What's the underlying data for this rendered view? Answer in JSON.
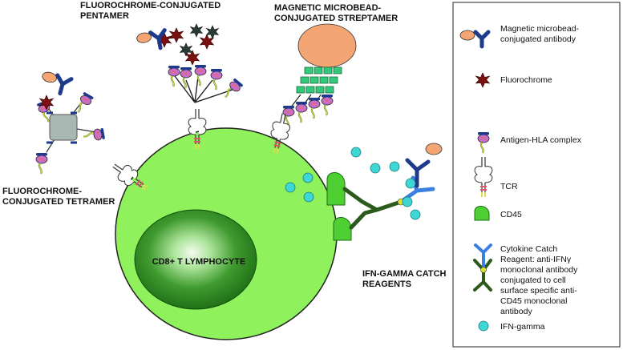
{
  "labels": {
    "pentamer": [
      "FLUOROCHROME-CONJUGATED",
      "PENTAMER"
    ],
    "streptamer": [
      "MAGNETIC MICROBEAD-",
      "CONJUGATED STREPTAMER"
    ],
    "tetramer": [
      "FLUOROCHROME-",
      "CONJUGATED TETRAMER"
    ],
    "cell": "CD8+ T LYMPHOCYTE",
    "catch": [
      "IFN-GAMMA CATCH",
      "REAGENTS"
    ]
  },
  "legend": {
    "microbead": [
      "Magnetic microbead-",
      "conjugated antibody"
    ],
    "fluorochrome": [
      "Fluorochrome"
    ],
    "antigen": [
      "Antigen-HLA complex"
    ],
    "tcr": [
      "TCR"
    ],
    "cd45": [
      "CD45"
    ],
    "catch": [
      "Cytokine Catch",
      "Reagent: anti-IFNγ",
      "monoclonal antibody",
      "conjugated to cell",
      "surface specific anti-",
      "CD45 monoclonal",
      "antibody"
    ],
    "ifn": [
      "IFN-gamma"
    ]
  },
  "colors": {
    "cell_fill": "#8ff25c",
    "nucleus_dark": "#1d6b14",
    "nucleus_light": "#f4fbef",
    "microbead": "#f3a673",
    "antibody_blue": "#1e3a8a",
    "catch_blue": "#3b7fe0",
    "catch_green": "#2c5a1c",
    "fluorochrome": "#7a1010",
    "ifn": "#3fd6d6",
    "cd45": "#4ed033",
    "tetramer_core": "#a9b7b3"
  }
}
